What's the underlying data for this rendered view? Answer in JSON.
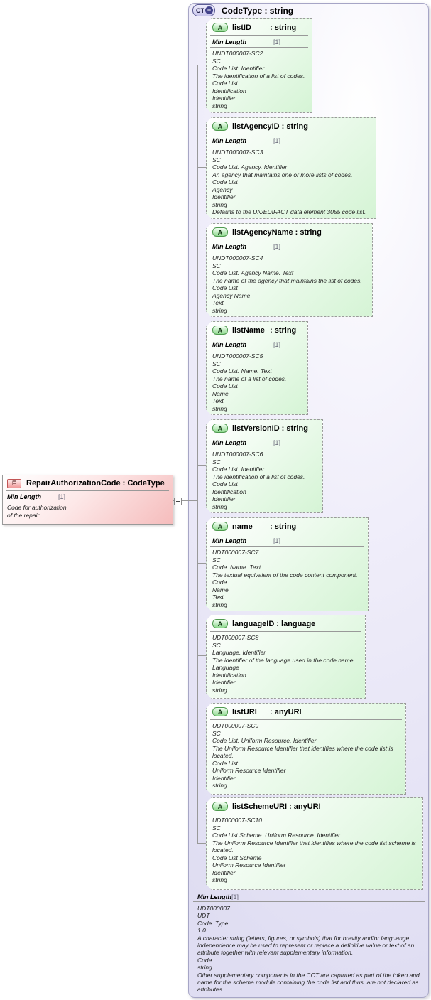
{
  "palette": {
    "lavender_fill": "#dfddf2",
    "green_fill": "#d5f4d5",
    "pink_fill": "#f5bcbc",
    "line_gray": "#999999",
    "icon_green_border": "#4e9a4e",
    "icon_red_border": "#c25555",
    "icon_blue_border": "#5c5c94"
  },
  "element": {
    "icon": "E",
    "title": "RepairAuthorizationCode : CodeType",
    "facet_label": "Min Length",
    "facet_value": "[1]",
    "doc": "Code for authorization\nof the repair."
  },
  "ct": {
    "icon": "CT",
    "plus": "+",
    "title": "CodeType : string",
    "facet_label": "Min Length",
    "facet_value": "[1]",
    "doc": "UDT000007\nUDT\nCode. Type\n1.0\nA character string (letters, figures, or symbols) that for brevity and/or languange independence may be used to represent or replace a definitive value or text of an attribute together with relevant supplementary information.\nCode\nstring\nOther supplementary components in the CCT are captured as part of the token and name for the schema module containing the code list and thus, are not declared as attributes.",
    "attributes": [
      {
        "icon": "A",
        "name": "listID",
        "type": ": string",
        "facet_label": "Min Length",
        "facet_value": "[1]",
        "doc": "UNDT000007-SC2\nSC\nCode List. Identifier\nThe identification of a list of codes.\nCode List\nIdentification\nIdentifier\nstring"
      },
      {
        "icon": "A",
        "name": "listAgencyID",
        "type": ": string",
        "facet_label": "Min Length",
        "facet_value": "[1]",
        "doc": "UNDT000007-SC3\nSC\nCode List. Agency. Identifier\nAn agency that maintains one or more lists of codes.\nCode List\nAgency\nIdentifier\nstring\nDefaults to the UN/EDIFACT data element 3055 code list."
      },
      {
        "icon": "A",
        "name": "listAgencyName",
        "type": ": string",
        "facet_label": "Min Length",
        "facet_value": "[1]",
        "doc": "UNDT000007-SC4\nSC\nCode List. Agency Name. Text\nThe name of the agency that maintains the list of codes.\nCode List\nAgency Name\nText\nstring"
      },
      {
        "icon": "A",
        "name": "listName",
        "type": ": string",
        "facet_label": "Min Length",
        "facet_value": "[1]",
        "doc": "UNDT000007-SC5\nSC\nCode List. Name. Text\nThe name of a list of codes.\nCode List\nName\nText\nstring"
      },
      {
        "icon": "A",
        "name": "listVersionID",
        "type": ": string",
        "facet_label": "Min Length",
        "facet_value": "[1]",
        "doc": "UNDT000007-SC6\nSC\nCode List. Identifier\nThe identification of a list of codes.\nCode List\nIdentification\nIdentifier\nstring"
      },
      {
        "icon": "A",
        "name": "name",
        "type": ": string",
        "facet_label": "Min Length",
        "facet_value": "[1]",
        "doc": "UDT000007-SC7\nSC\nCode. Name. Text\nThe textual equivalent of the code content component.\nCode\nName\nText\nstring"
      },
      {
        "icon": "A",
        "name": "languageID",
        "type": ": language",
        "doc": "UDT000007-SC8\nSC\nLanguage. Identifier\nThe identifier of the language used in the code name.\nLanguage\nIdentification\nIdentifier\nstring"
      },
      {
        "icon": "A",
        "name": "listURI",
        "type": ": anyURI",
        "doc": "UDT000007-SC9\nSC\nCode List. Uniform Resource. Identifier\nThe Uniform Resource Identifier that identifies where the code list is located.\nCode List\nUniform Resource Identifier\nIdentifier\nstring"
      },
      {
        "icon": "A",
        "name": "listSchemeURI",
        "type": ": anyURI",
        "doc": "UDT000007-SC10\nSC\nCode List Scheme. Uniform Resource. Identifier\nThe Uniform Resource Identifier that identifies where the code list scheme is located.\nCode List Scheme\nUniform Resource Identifier\nIdentifier\nstring"
      }
    ]
  }
}
